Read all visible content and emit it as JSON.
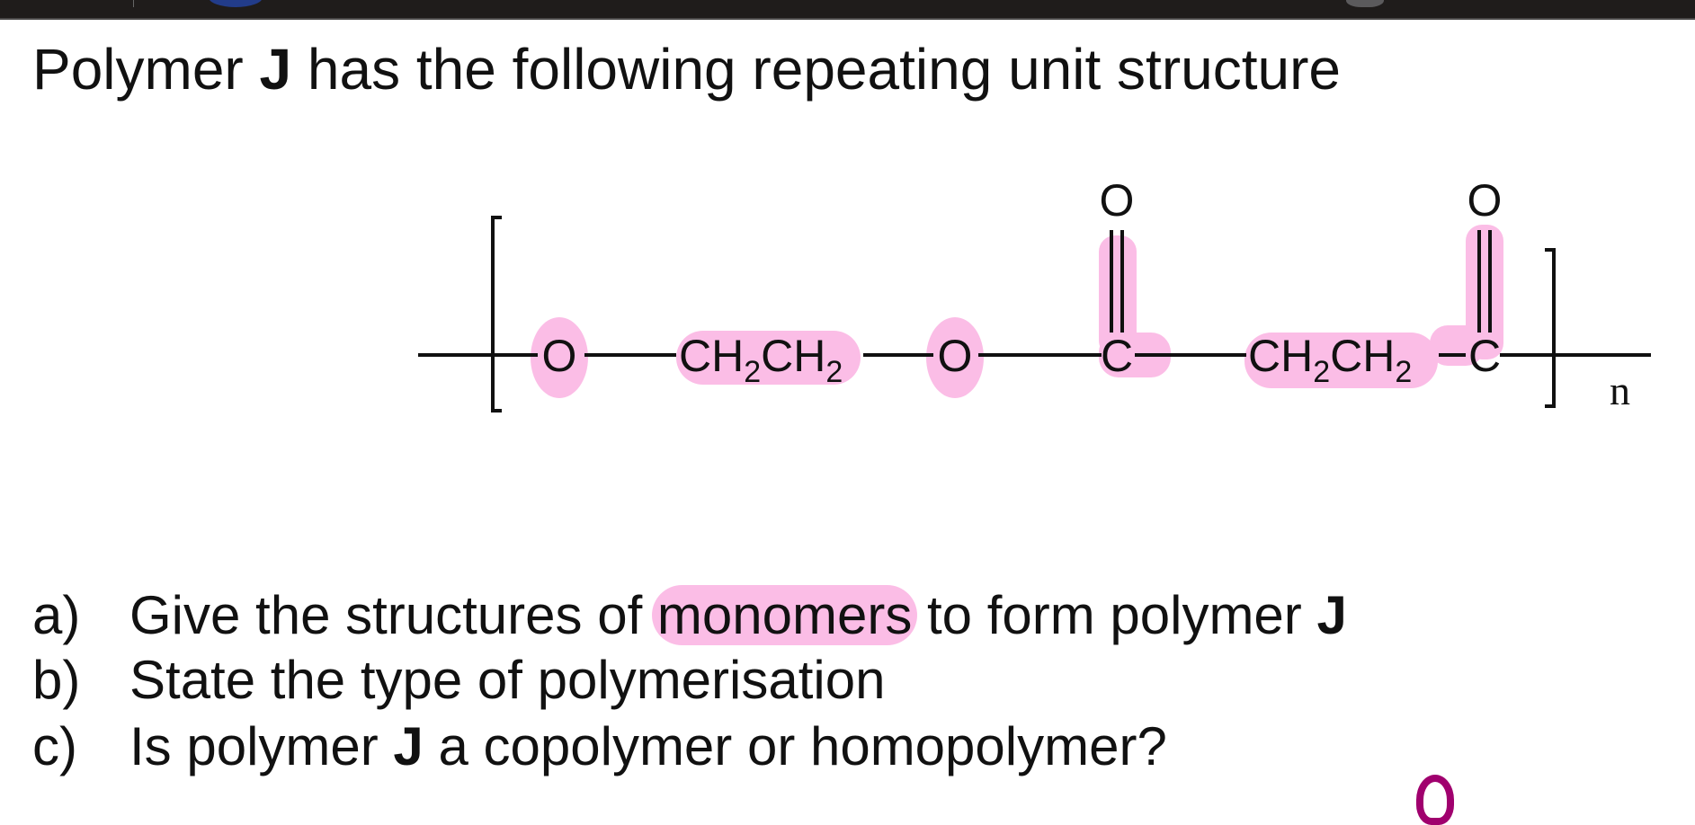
{
  "title": {
    "pre": "Polymer ",
    "bold": "J",
    "post": " has the following repeating unit structure"
  },
  "structure": {
    "oxygen": "O",
    "group": [
      "CH",
      "2",
      "CH",
      "2"
    ],
    "carbon": "C",
    "n": "n",
    "highlight_color": "#fbbde6"
  },
  "questions": [
    {
      "label": "a)",
      "pre": "Give the structures of ",
      "highlight": "monomers",
      "post": " to form polymer ",
      "bold": "J",
      "end": ""
    },
    {
      "label": "b)",
      "pre": "State the type of polymerisation",
      "highlight": "",
      "post": "",
      "bold": "",
      "end": ""
    },
    {
      "label": "c)",
      "pre": "Is polymer ",
      "highlight": "",
      "post": "",
      "bold": "J",
      "end": " a copolymer or homopolymer?"
    }
  ]
}
